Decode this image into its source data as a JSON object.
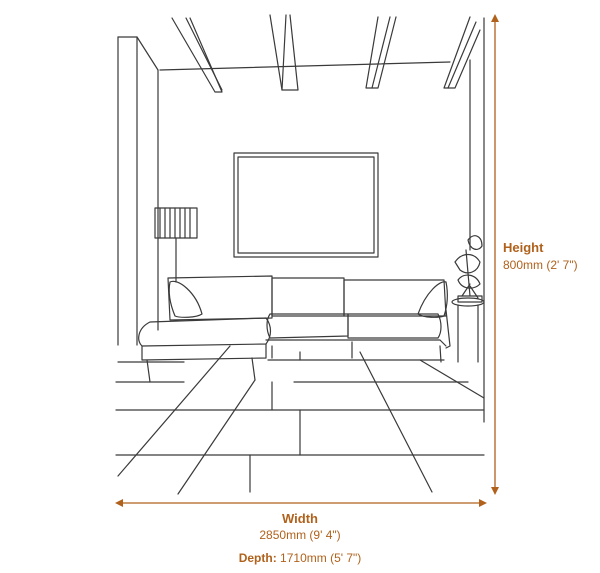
{
  "dimensions": {
    "height": {
      "label": "Height",
      "value": "800mm (2' 7\")"
    },
    "width": {
      "label": "Width",
      "value": "2850mm (9' 4\")"
    },
    "depth": {
      "label": "Depth:",
      "value": "1710mm (5' 7\")"
    }
  },
  "colors": {
    "line_art": "#3a3a3a",
    "dimension_accent": "#b0621c"
  }
}
